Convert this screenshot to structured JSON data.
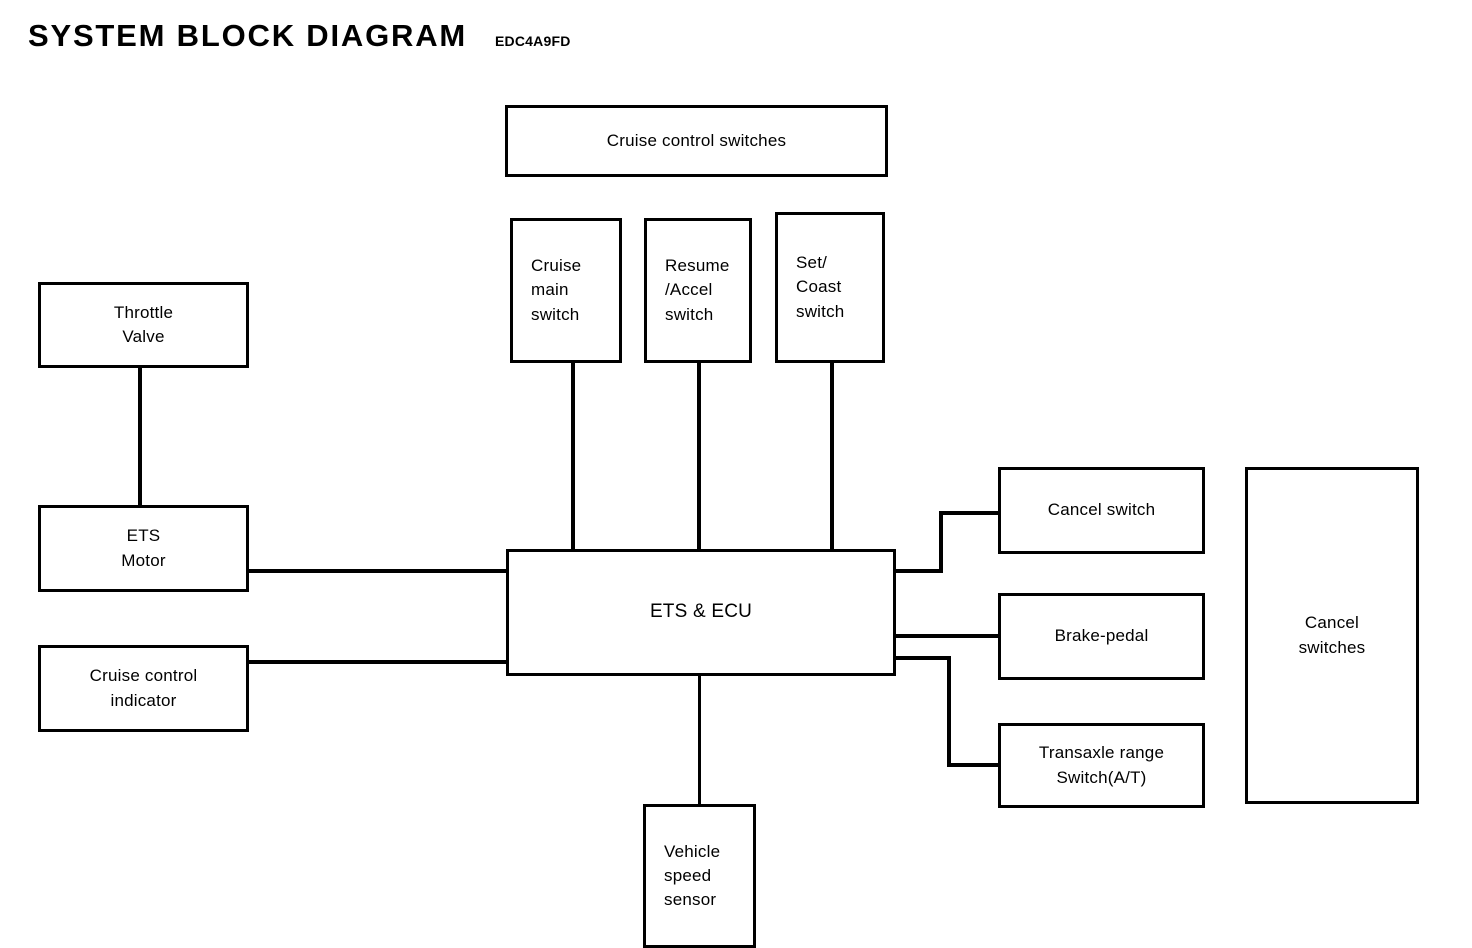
{
  "header": {
    "title": "SYSTEM BLOCK DIAGRAM",
    "code": "EDC4A9FD"
  },
  "colors": {
    "stroke": "#000000",
    "background": "#ffffff",
    "text": "#000000"
  },
  "blocks": {
    "cruise_control_switches": {
      "label": "Cruise control switches"
    },
    "cruise_main_switch": {
      "label": "Cruise\nmain\nswitch"
    },
    "resume_accel_switch": {
      "label": "Resume\n/Accel\nswitch"
    },
    "set_coast_switch": {
      "label": "Set/\nCoast\nswitch"
    },
    "throttle_valve": {
      "label": "Throttle\nValve"
    },
    "ets_motor": {
      "label": "ETS\nMotor"
    },
    "cruise_control_indicator": {
      "label": "Cruise control\nindicator"
    },
    "ets_ecu": {
      "label": "ETS & ECU"
    },
    "cancel_switch": {
      "label": "Cancel switch"
    },
    "brake_pedal": {
      "label": "Brake-pedal"
    },
    "transaxle_range_switch": {
      "label": "Transaxle range\nSwitch(A/T)"
    },
    "cancel_switches_group": {
      "label": "Cancel\nswitches"
    },
    "vehicle_speed_sensor": {
      "label": "Vehicle\nspeed\nsensor"
    }
  },
  "diagram": {
    "type": "block-diagram",
    "nodes": [
      "Cruise control switches",
      "Cruise main switch",
      "Resume /Accel switch",
      "Set/ Coast switch",
      "Throttle Valve",
      "ETS Motor",
      "Cruise control indicator",
      "ETS & ECU",
      "Cancel switch",
      "Brake-pedal",
      "Transaxle range Switch(A/T)",
      "Cancel switches",
      "Vehicle speed sensor"
    ],
    "edges": [
      {
        "from": "Throttle Valve",
        "to": "ETS Motor"
      },
      {
        "from": "ETS Motor",
        "to": "ETS & ECU"
      },
      {
        "from": "Cruise control indicator",
        "to": "ETS & ECU"
      },
      {
        "from": "Cruise main switch",
        "to": "ETS & ECU"
      },
      {
        "from": "Resume /Accel switch",
        "to": "ETS & ECU"
      },
      {
        "from": "Set/ Coast switch",
        "to": "ETS & ECU"
      },
      {
        "from": "ETS & ECU",
        "to": "Cancel switch"
      },
      {
        "from": "ETS & ECU",
        "to": "Brake-pedal"
      },
      {
        "from": "ETS & ECU",
        "to": "Transaxle range Switch(A/T)"
      },
      {
        "from": "ETS & ECU",
        "to": "Vehicle speed sensor"
      }
    ]
  }
}
